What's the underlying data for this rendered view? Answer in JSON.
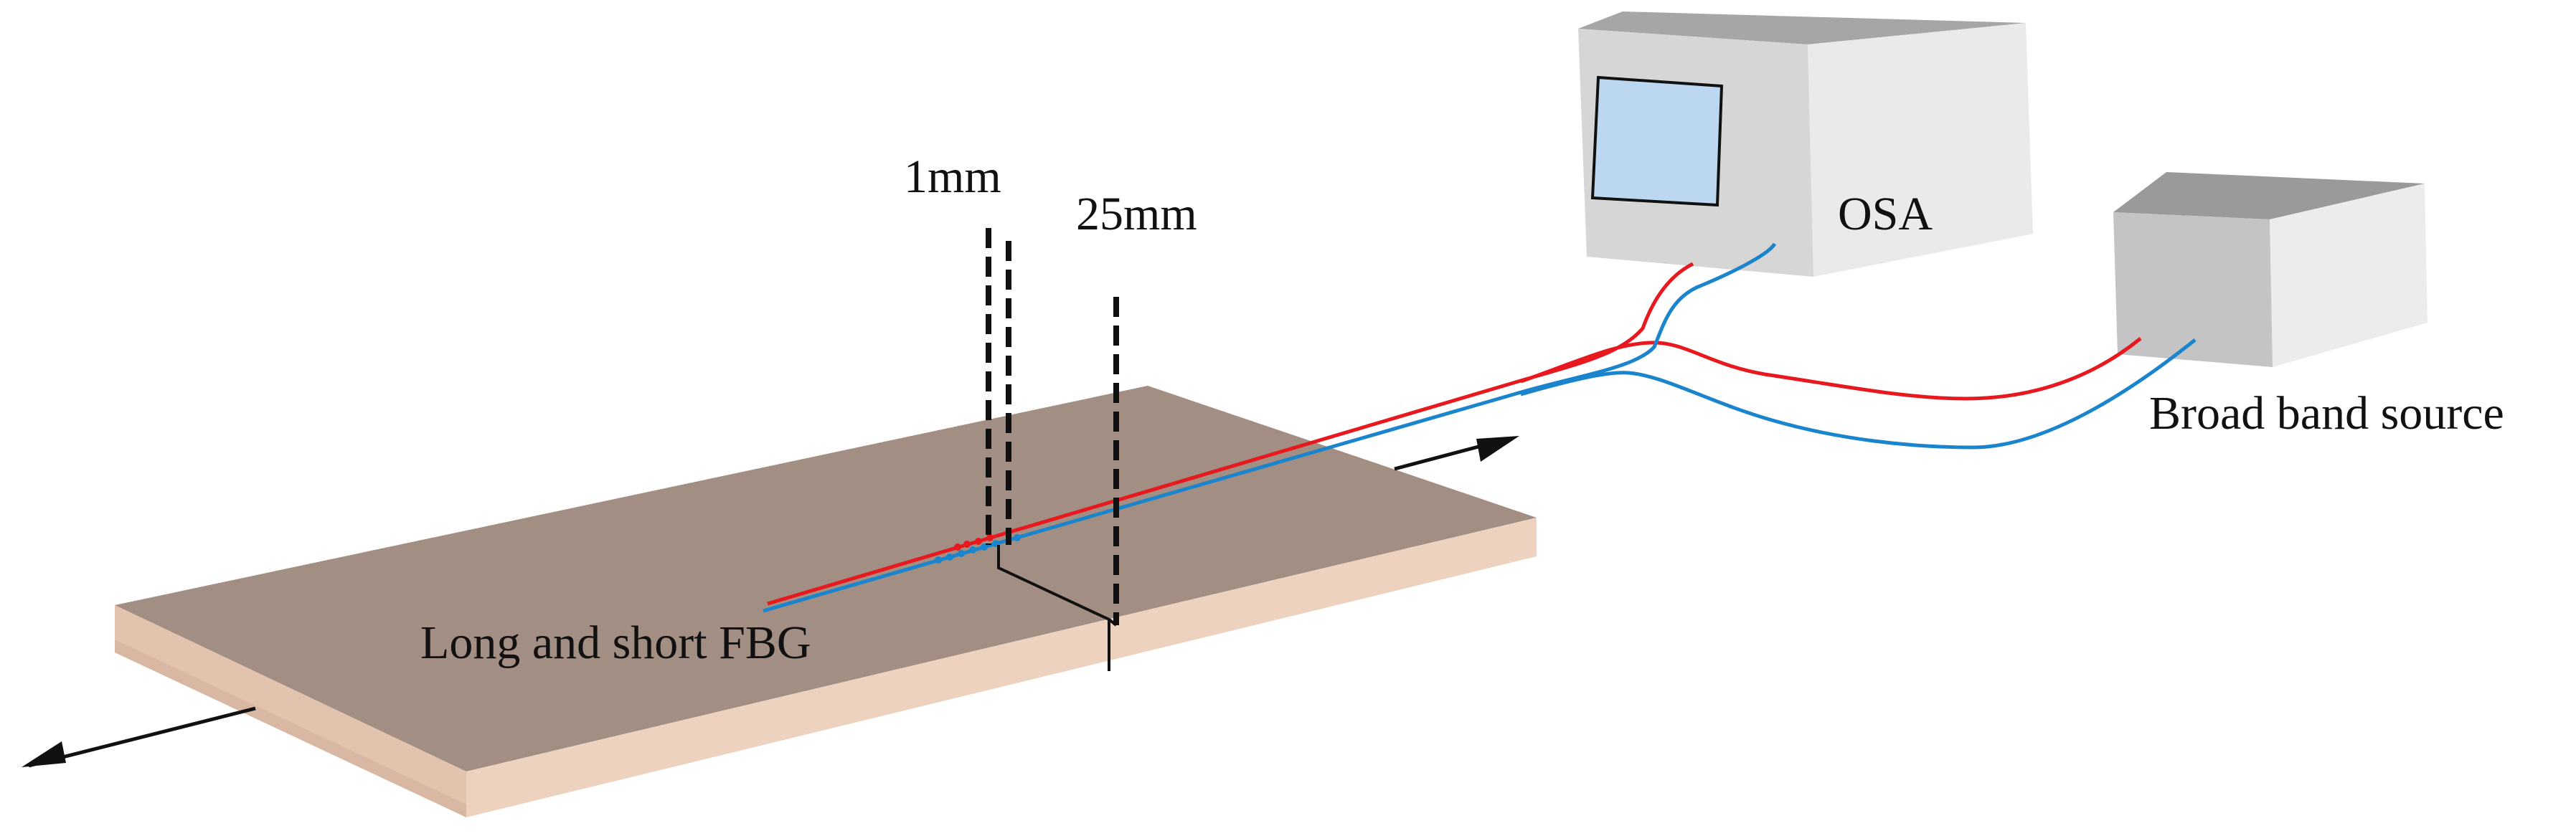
{
  "labels": {
    "dim_1mm": "1mm",
    "dim_25mm": "25mm",
    "osa": "OSA",
    "broadband_source": "Broad band source",
    "fbg": "Long and short FBG"
  },
  "colors": {
    "plate_top": "#a28e82",
    "plate_edge": "#eed2c0",
    "fiber_red": "#e8191e",
    "fiber_blue": "#1a84cc",
    "screen": "#bcd8f0",
    "osa_front": "#d6d6d6",
    "osa_side": "#eaeaea",
    "osa_top": "#a6a6a6",
    "source_front": "#c4c4c4",
    "source_side": "#ececec",
    "source_top": "#9a9a9a",
    "marker": "#111111"
  }
}
